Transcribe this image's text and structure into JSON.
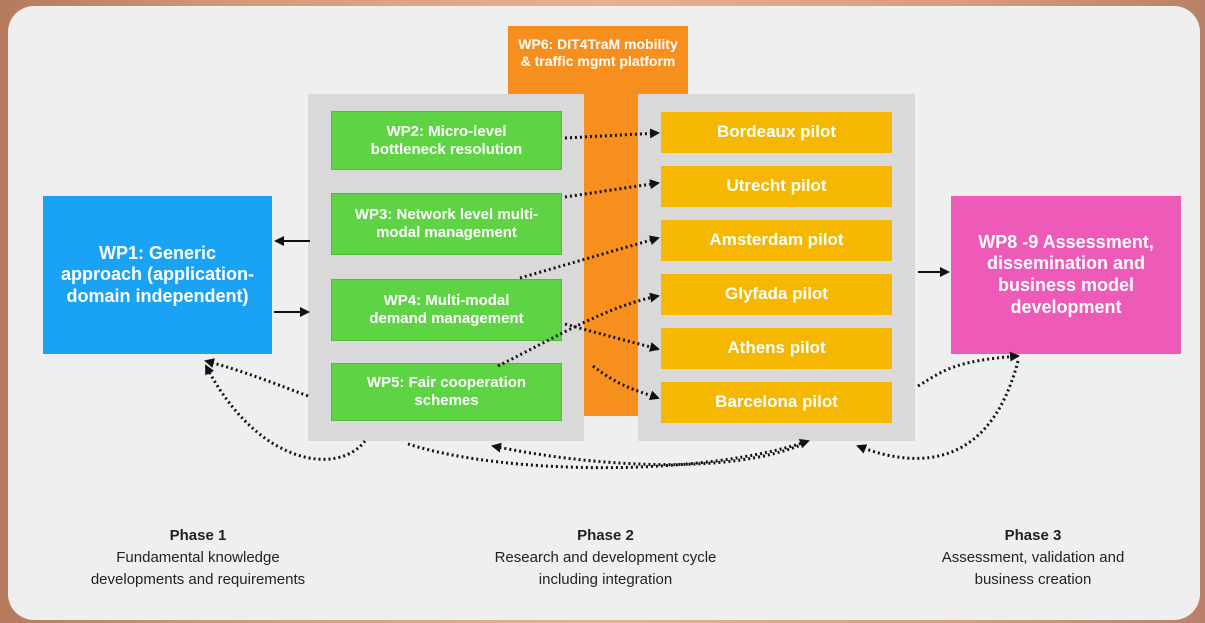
{
  "wp6": {
    "line1": "WP6: DIT4TraM mobility",
    "line2": "& traffic mgmt platform"
  },
  "wp1": {
    "line1": "WP1: Generic",
    "line2": "approach (application-",
    "line3": "domain independent)"
  },
  "work_packages": [
    {
      "line1": "WP2: Micro-level",
      "line2": "bottleneck resolution"
    },
    {
      "line1": "WP3: Network level multi-",
      "line2": "modal management"
    },
    {
      "line1": "WP4: Multi-modal",
      "line2": "demand management"
    },
    {
      "line1": "WP5: Fair cooperation",
      "line2": "schemes"
    }
  ],
  "pilots": [
    "Bordeaux pilot",
    "Utrecht pilot",
    "Amsterdam pilot",
    "Glyfada pilot",
    "Athens pilot",
    "Barcelona pilot"
  ],
  "wp89": {
    "line1": "WP8 -9 Assessment,",
    "line2": "dissemination and",
    "line3": "business model",
    "line4": "development"
  },
  "phases": [
    {
      "title": "Phase 1",
      "line1": "Fundamental knowledge",
      "line2": "developments and requirements"
    },
    {
      "title": "Phase 2",
      "line1": "Research and development cycle",
      "line2": "including integration"
    },
    {
      "title": "Phase 3",
      "line1": "Assessment, validation and",
      "line2": "business creation"
    }
  ],
  "colors": {
    "wp1": "#1aa3f5",
    "wp_green": "#5ed444",
    "wp6": "#f78f1e",
    "pilot": "#f5b700",
    "wp89": "#ee5ab8",
    "panel": "#d9d9d9"
  }
}
